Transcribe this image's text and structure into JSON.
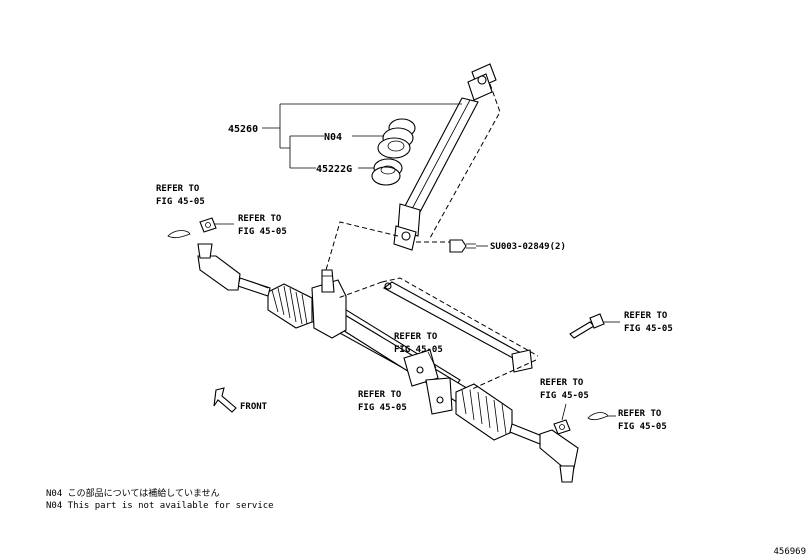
{
  "diagram": {
    "figure_number": "456969",
    "callouts": {
      "assembly": "45260",
      "n04": "N04",
      "boot": "45222G",
      "bolt": "SU003-02849(2)"
    },
    "refer_text_line1": "REFER TO",
    "refer_text_line2": "FIG 45-05",
    "refer_text_line2_alt": "FIG 45-05",
    "front_label": "FRONT",
    "notes": {
      "jp": "N04 この部品については補給していません",
      "en": "N04 This part is not available for service"
    }
  }
}
